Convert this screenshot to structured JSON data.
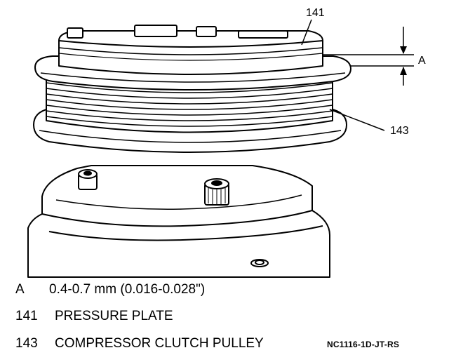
{
  "diagram": {
    "callouts": {
      "pressure_plate_number": "141",
      "pulley_number": "143",
      "gap_letter": "A"
    },
    "legend": [
      {
        "key": "A",
        "text": "0.4-0.7 mm (0.016-0.028\")"
      },
      {
        "key": "141",
        "text": "PRESSURE PLATE"
      },
      {
        "key": "143",
        "text": "COMPRESSOR CLUTCH PULLEY"
      }
    ],
    "figure_id": "NC1116-1D-JT-RS"
  }
}
